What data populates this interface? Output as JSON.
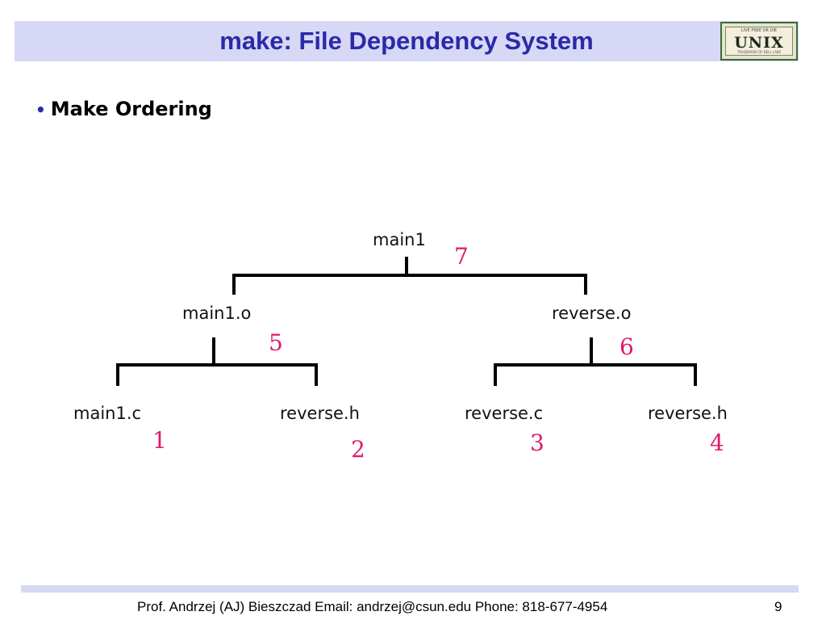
{
  "header": {
    "title": "make: File Dependency System",
    "logo": {
      "top_text": "LIVE FREE OR DIE",
      "word": "UNIX",
      "bottom_text": "TRADEMARK OF BELL LABS"
    }
  },
  "content": {
    "bullet": "Make Ordering"
  },
  "diagram": {
    "nodes": [
      {
        "id": "main1",
        "label": "main1",
        "order": "7"
      },
      {
        "id": "main1_o",
        "label": "main1.o",
        "order": "5"
      },
      {
        "id": "reverse_o",
        "label": "reverse.o",
        "order": "6"
      },
      {
        "id": "main1_c",
        "label": "main1.c",
        "order": "1"
      },
      {
        "id": "reverse_h_left",
        "label": "reverse.h",
        "order": "2"
      },
      {
        "id": "reverse_c",
        "label": "reverse.c",
        "order": "3"
      },
      {
        "id": "reverse_h_right",
        "label": "reverse.h",
        "order": "4"
      }
    ],
    "edges": [
      {
        "from": "main1",
        "to": "main1_o"
      },
      {
        "from": "main1",
        "to": "reverse_o"
      },
      {
        "from": "main1_o",
        "to": "main1_c"
      },
      {
        "from": "main1_o",
        "to": "reverse_h_left"
      },
      {
        "from": "reverse_o",
        "to": "reverse_c"
      },
      {
        "from": "reverse_o",
        "to": "reverse_h_right"
      }
    ]
  },
  "footer": {
    "text": "Prof. Andrzej (AJ) Bieszczad Email: andrzej@csun.edu Phone: 818-677-4954",
    "page": "9"
  }
}
